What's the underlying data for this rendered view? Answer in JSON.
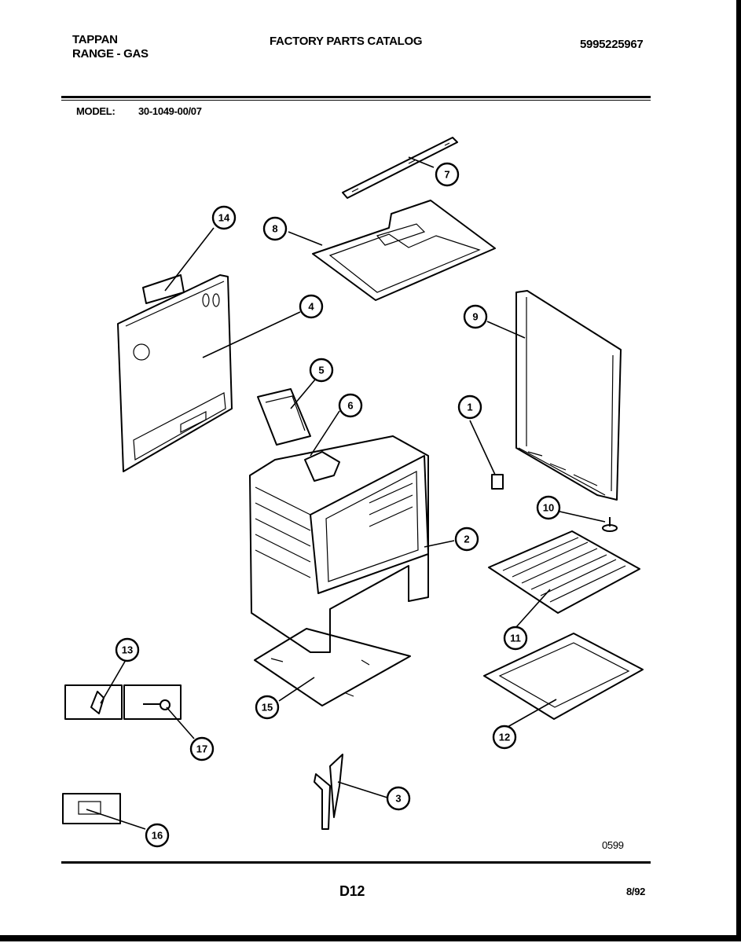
{
  "header": {
    "brand": "TAPPAN",
    "product": "RANGE - GAS",
    "title": "FACTORY PARTS CATALOG",
    "catalog_number": "5995225967"
  },
  "model": {
    "label": "MODEL:",
    "value": "30-1049-00/07"
  },
  "callouts": [
    "1",
    "2",
    "3",
    "4",
    "5",
    "6",
    "7",
    "8",
    "9",
    "10",
    "11",
    "12",
    "13",
    "14",
    "15",
    "16",
    "17"
  ],
  "footer": {
    "diagram_code": "0599",
    "page_code": "D12",
    "date": "8/92"
  }
}
